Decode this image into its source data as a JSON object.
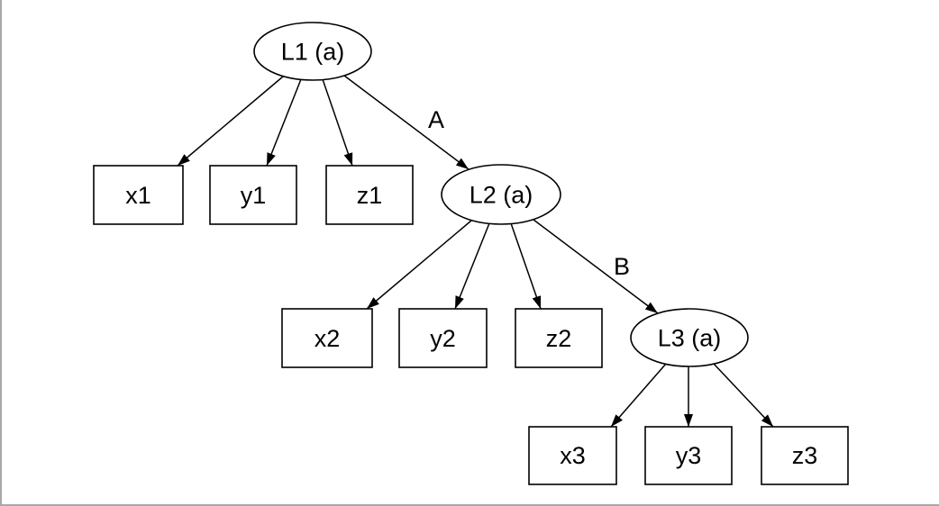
{
  "diagram": {
    "background_color": "#ffffff",
    "stroke_color": "#000000",
    "frame_color": "#a8a8a8",
    "latent_nodes": [
      {
        "id": "L1",
        "label": "L1 (a)",
        "shape": "ellipse"
      },
      {
        "id": "L2",
        "label": "L2 (a)",
        "shape": "ellipse"
      },
      {
        "id": "L3",
        "label": "L3 (a)",
        "shape": "ellipse"
      }
    ],
    "observed_nodes": [
      {
        "id": "x1",
        "label": "x1",
        "shape": "box"
      },
      {
        "id": "y1",
        "label": "y1",
        "shape": "box"
      },
      {
        "id": "z1",
        "label": "z1",
        "shape": "box"
      },
      {
        "id": "x2",
        "label": "x2",
        "shape": "box"
      },
      {
        "id": "y2",
        "label": "y2",
        "shape": "box"
      },
      {
        "id": "z2",
        "label": "z2",
        "shape": "box"
      },
      {
        "id": "x3",
        "label": "x3",
        "shape": "box"
      },
      {
        "id": "y3",
        "label": "y3",
        "shape": "box"
      },
      {
        "id": "z3",
        "label": "z3",
        "shape": "box"
      }
    ],
    "edges": [
      {
        "from": "L1",
        "to": "x1",
        "label": ""
      },
      {
        "from": "L1",
        "to": "y1",
        "label": ""
      },
      {
        "from": "L1",
        "to": "z1",
        "label": ""
      },
      {
        "from": "L1",
        "to": "L2",
        "label": "A"
      },
      {
        "from": "L2",
        "to": "x2",
        "label": ""
      },
      {
        "from": "L2",
        "to": "y2",
        "label": ""
      },
      {
        "from": "L2",
        "to": "z2",
        "label": ""
      },
      {
        "from": "L2",
        "to": "L3",
        "label": "B"
      },
      {
        "from": "L3",
        "to": "x3",
        "label": ""
      },
      {
        "from": "L3",
        "to": "y3",
        "label": ""
      },
      {
        "from": "L3",
        "to": "z3",
        "label": ""
      }
    ]
  }
}
